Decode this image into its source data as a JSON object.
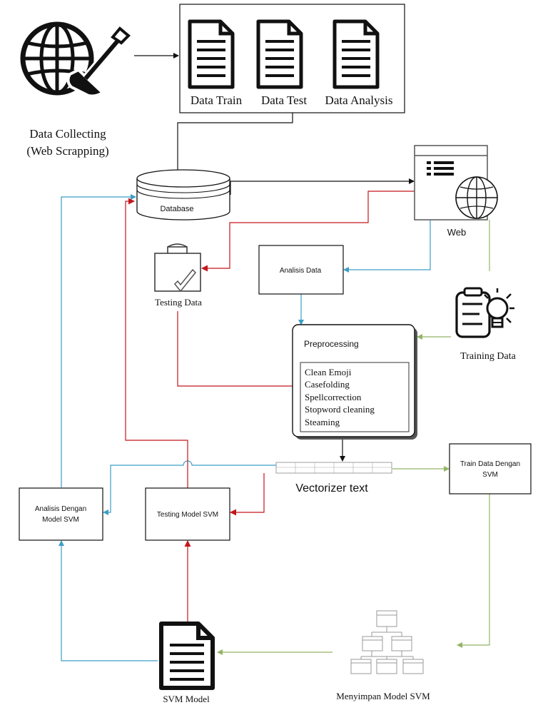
{
  "colors": {
    "black": "#111111",
    "blue": "#3c9ec6",
    "red": "#c3161c",
    "green": "#92b565",
    "gray": "#8c8c8c",
    "light_gray": "#bfbfbf"
  },
  "icons": {
    "collecting": "globe-with-shovel-icon",
    "document": "document-icon",
    "database": "database-cylinder-icon",
    "web": "browser-globe-icon",
    "testing": "shopping-bag-check-icon",
    "training": "clipboard-lightbulb-icon",
    "hierarchy": "hierarchy-icon"
  },
  "nodes": {
    "data_collecting_line1": "Data Collecting",
    "data_collecting_line2": "(Web Scrapping)",
    "doc_train": "Data Train",
    "doc_test": "Data Test",
    "doc_analysis": "Data Analysis",
    "database": "Database",
    "web": "Web",
    "testing_data": "Testing Data",
    "analisis_data": "Analisis Data",
    "training_data": "Training Data",
    "preprocessing_title": "Preprocessing",
    "preprocessing_steps": [
      "Clean Emoji",
      "Casefolding",
      "Spellcorrection",
      "Stopword cleaning",
      "Steaming"
    ],
    "vectorizer": "Vectorizer text",
    "train_svm_line1": "Train Data Dengan",
    "train_svm_line2": "SVM",
    "analisis_svm_line1": "Analisis Dengan",
    "analisis_svm_line2": "Model SVM",
    "testing_svm": "Testing Model SVM",
    "svm_model": "SVM Model",
    "menyimpan": "Menyimpan Model SVM"
  }
}
